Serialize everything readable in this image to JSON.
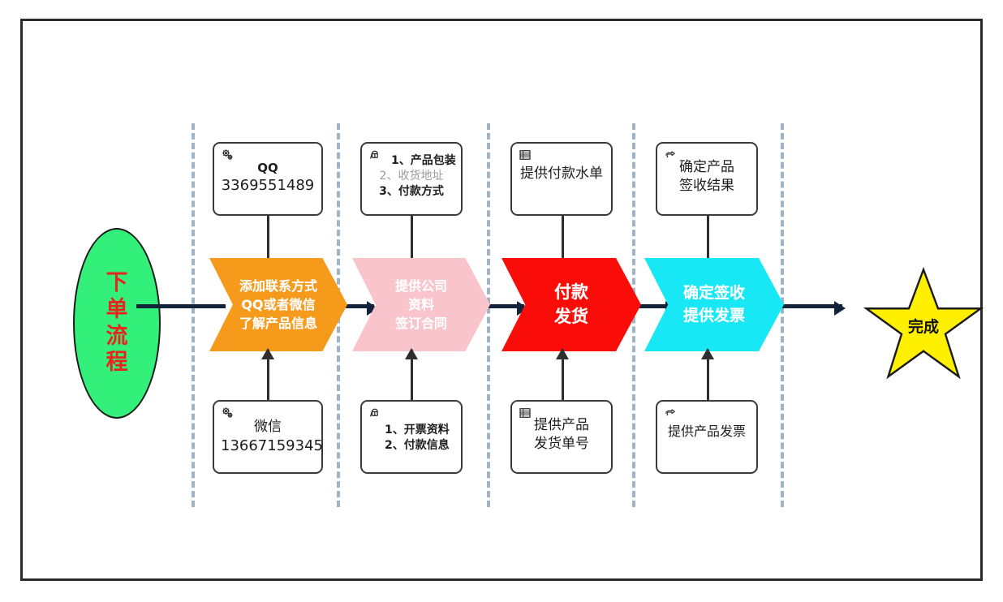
{
  "diagram": {
    "title": "下单流程",
    "start": {
      "label": "下单流程",
      "color": "#33f07a",
      "text_color": "#e8251c"
    },
    "finish": {
      "label": "完成",
      "color": "#ffef00",
      "text_color": "#111111"
    },
    "lanes": [
      {
        "id": "lane-1",
        "top_note": {
          "icon": "gears-icon",
          "lines": [
            {
              "text": "QQ",
              "style": "bold"
            },
            {
              "text": "3369551489",
              "style": "normal"
            }
          ]
        },
        "process": {
          "lines": [
            "添加联系方式",
            "QQ或者微信",
            "了解产品信息"
          ],
          "color": "#f59a1b",
          "text_color": "#ffffff"
        },
        "bottom_note": {
          "icon": "gears-icon",
          "lines": [
            {
              "text": "微信",
              "style": "normal"
            },
            {
              "text": "13667159345",
              "style": "normal"
            }
          ]
        }
      },
      {
        "id": "lane-2",
        "top_note": {
          "icon": "person-icon",
          "lines": [
            {
              "text": "1、产品包装",
              "style": "bold"
            },
            {
              "text": "2、收货地址",
              "style": "dim"
            },
            {
              "text": "3、付款方式",
              "style": "bold"
            }
          ]
        },
        "process": {
          "lines": [
            "提供公司",
            "资料",
            "签订合同"
          ],
          "color": "#f9c4cc",
          "text_color": "#ffffff"
        },
        "bottom_note": {
          "icon": "person-icon",
          "lines": [
            {
              "text": "1、开票资料",
              "style": "bold"
            },
            {
              "text": "2、付款信息",
              "style": "bold"
            }
          ]
        }
      },
      {
        "id": "lane-3",
        "top_note": {
          "icon": "list-icon",
          "lines": [
            {
              "text": "提供付款水单",
              "style": "normal"
            }
          ]
        },
        "process": {
          "lines": [
            "付款",
            "发货"
          ],
          "color": "#fa0d09",
          "text_color": "#ffffff"
        },
        "bottom_note": {
          "icon": "list-icon",
          "lines": [
            {
              "text": "提供产品",
              "style": "normal"
            },
            {
              "text": "发货单号",
              "style": "normal"
            }
          ]
        }
      },
      {
        "id": "lane-4",
        "top_note": {
          "icon": "pointing-hand-icon",
          "lines": [
            {
              "text": "确定产品",
              "style": "normal"
            },
            {
              "text": "签收结果",
              "style": "normal"
            }
          ]
        },
        "process": {
          "lines": [
            "确定签收",
            "提供发票"
          ],
          "color": "#18e8f5",
          "text_color": "#ffffff"
        },
        "bottom_note": {
          "icon": "pointing-hand-icon",
          "lines": [
            {
              "text": "提供产品发票",
              "style": "normal"
            }
          ]
        }
      }
    ]
  }
}
